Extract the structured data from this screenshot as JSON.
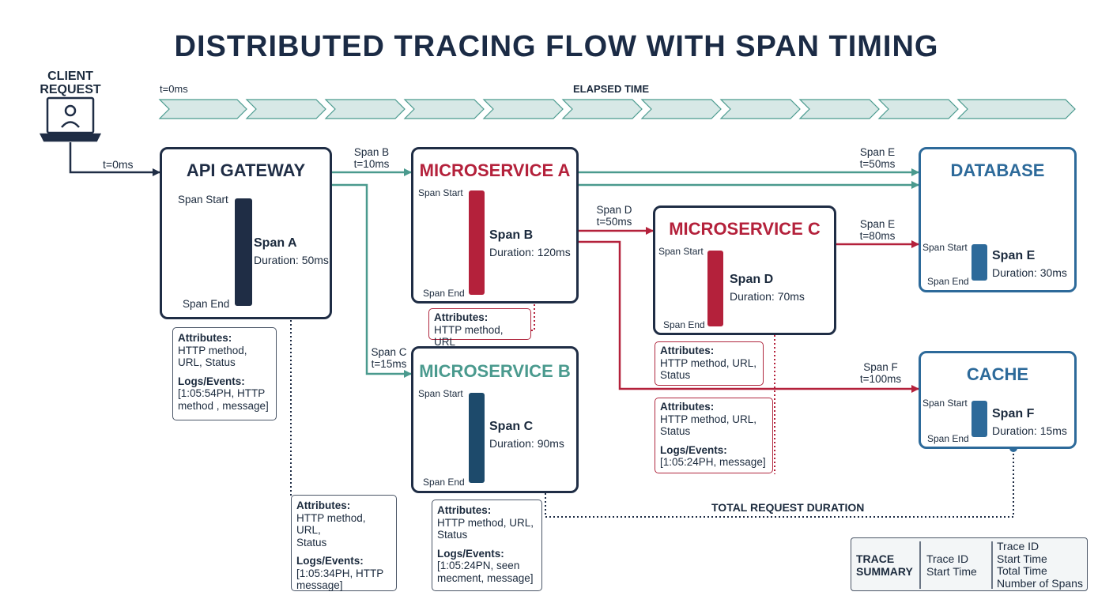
{
  "title": "DISTRIBUTED TRACING FLOW WITH SPAN TIMING",
  "client": {
    "label_line1": "CLIENT",
    "label_line2": "REQUEST",
    "time": "t=0ms"
  },
  "timeline": {
    "start_label": "t=0ms",
    "label": "ELAPSED TIME"
  },
  "span_start": "Span Start",
  "span_end": "Span End",
  "api_gateway": {
    "title": "API GATEWAY",
    "span": "Span A",
    "duration": "Duration: 50ms"
  },
  "microservice_a": {
    "title": "MICROSERVICE A",
    "span": "Span B",
    "duration": "Duration: 120ms"
  },
  "microservice_b": {
    "title": "MICROSERVICE B",
    "span": "Span C",
    "duration": "Duration: 90ms"
  },
  "microservice_c": {
    "title": "MICROSERVICE C",
    "span": "Span D",
    "duration": "Duration: 70ms"
  },
  "database": {
    "title": "DATABASE",
    "span": "Span E",
    "duration": "Duration: 30ms"
  },
  "cache": {
    "title": "CACHE",
    "span": "Span F",
    "duration": "Duration: 15ms"
  },
  "links": {
    "span_b": {
      "line1": "Span B",
      "line2": "t=10ms"
    },
    "span_c": {
      "line1": "Span C",
      "line2": "t=15ms"
    },
    "span_d": {
      "line1": "Span D",
      "line2": "t=50ms"
    },
    "span_e_a": {
      "line1": "Span E",
      "line2": "t=50ms"
    },
    "span_e_c": {
      "line1": "Span E",
      "line2": "t=80ms"
    },
    "span_f": {
      "line1": "Span F",
      "line2": "t=100ms"
    }
  },
  "notes": {
    "gateway": {
      "attr_title": "Attributes:",
      "attr_l1": "HTTP method,",
      "attr_l2": "URL, Status",
      "logs_title": "Logs/Events:",
      "logs_l1": "[1:05:54PH, HTTP",
      "logs_l2": "method , message]"
    },
    "ms_a": {
      "attr_title": "Attributes:",
      "attr_l1": "HTTP method, URL"
    },
    "ms_c1": {
      "attr_title": "Attributes:",
      "attr_l1": "HTTP method, URL,",
      "attr_l2": "Status"
    },
    "ms_c2": {
      "attr_title": "Attributes:",
      "attr_l1": "HTTP method, URL,",
      "attr_l2": "Status",
      "logs_title": "Logs/Events:",
      "logs_l1": "[1:05:24PH, message]"
    },
    "lower_left": {
      "attr_title": "Attributes:",
      "attr_l1": "HTTP method, URL,",
      "attr_l2": "Status",
      "logs_title": "Logs/Events:",
      "logs_l1": "[1:05:34PH, HTTP",
      "logs_l2": "message]"
    },
    "ms_b": {
      "attr_title": "Attributes:",
      "attr_l1": "HTTP method, URL,",
      "attr_l2": "Status",
      "logs_title": "Logs/Events:",
      "logs_l1": "[1:05:24PN, seen",
      "logs_l2": "mecment, message]"
    }
  },
  "total_duration": "TOTAL REQUEST DURATION",
  "summary": {
    "title_l1": "TRACE",
    "title_l2": "SUMMARY",
    "col1_l1": "Trace ID",
    "col1_l2": "Start Time",
    "col2_l1": "Trace ID",
    "col2_l2": "Start Time",
    "col2_l3": "Total Time",
    "col2_l4": "Number of Spans"
  },
  "colors": {
    "navy": "#1f2d45",
    "red": "#b4213b",
    "teal": "#4a9a8e",
    "blue": "#2d6a9a",
    "steel": "#1d4a6b"
  }
}
